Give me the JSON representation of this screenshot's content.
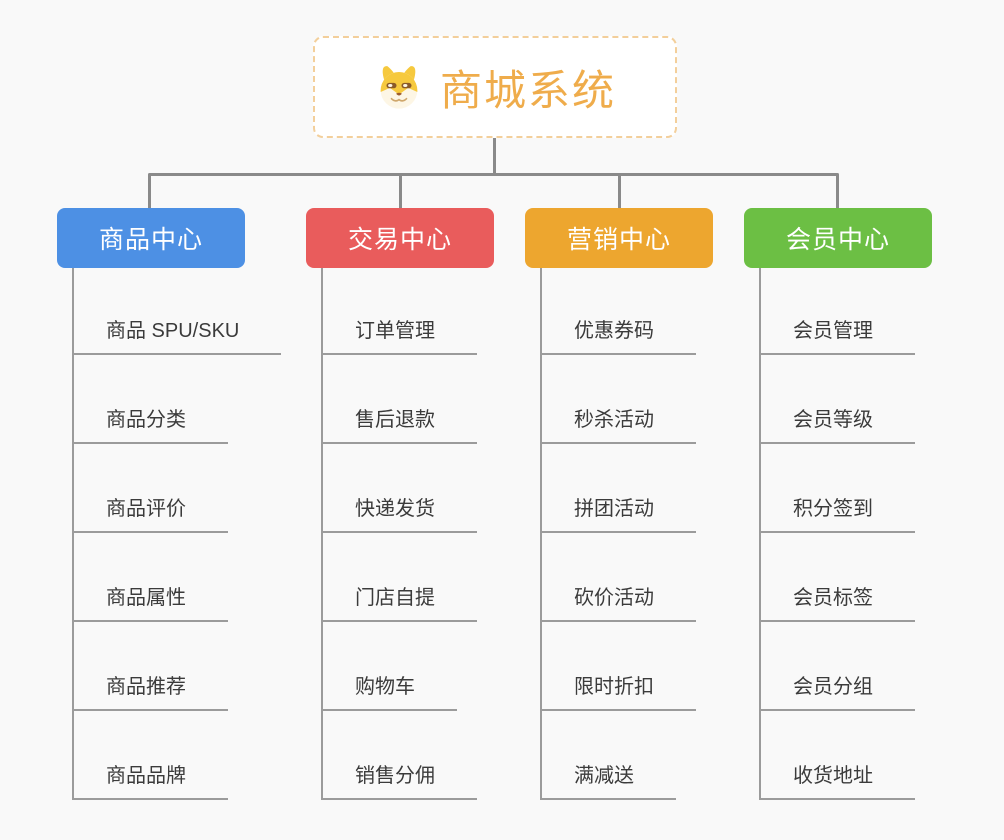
{
  "root": {
    "title": "商城系统",
    "icon": "doge-dog-face-icon"
  },
  "colors": {
    "background": "#f9f9f9",
    "connector": "#8a8a8a",
    "underline": "#9b9b9b",
    "root_border": "#f3cf9b",
    "root_title": "#efac4b",
    "leaf_text": "#3b3b3b",
    "branch_text": "#ffffff"
  },
  "branches": [
    {
      "id": "product-center",
      "label": "商品中心",
      "color": "#4d90e4",
      "children": [
        "商品 SPU/SKU",
        "商品分类",
        "商品评价",
        "商品属性",
        "商品推荐",
        "商品品牌"
      ]
    },
    {
      "id": "trade-center",
      "label": "交易中心",
      "color": "#e95c5c",
      "children": [
        "订单管理",
        "售后退款",
        "快递发货",
        "门店自提",
        "购物车",
        "销售分佣"
      ]
    },
    {
      "id": "marketing-center",
      "label": "营销中心",
      "color": "#eda62f",
      "children": [
        "优惠券码",
        "秒杀活动",
        "拼团活动",
        "砍价活动",
        "限时折扣",
        "满减送"
      ]
    },
    {
      "id": "member-center",
      "label": "会员中心",
      "color": "#6cbf44",
      "children": [
        "会员管理",
        "会员等级",
        "积分签到",
        "会员标签",
        "会员分组",
        "收货地址"
      ]
    }
  ]
}
